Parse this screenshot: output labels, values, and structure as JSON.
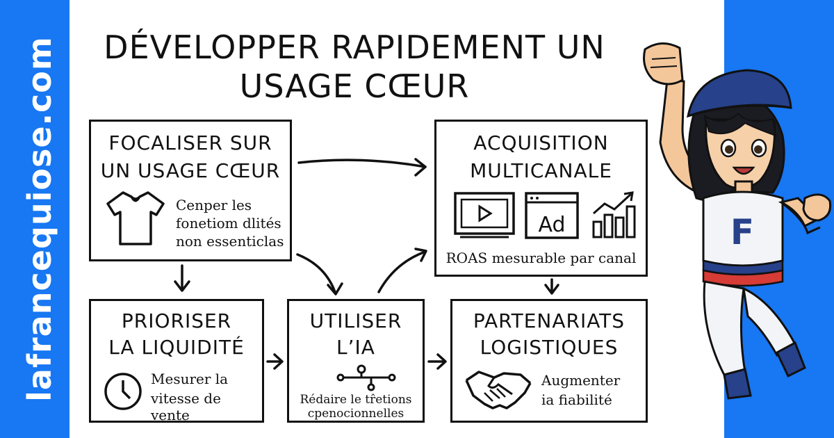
{
  "brand": {
    "site": "lafrancequiose.com"
  },
  "title": {
    "line1": "DÉVELOPPER RAPIDEMENT UN",
    "line2": "USAGE CŒUR"
  },
  "boxes": {
    "focaliser": {
      "line1": "FOCALISER SUR",
      "line2": "UN USAGE CŒUR",
      "text1": "Cenper les",
      "text2": "fonetiom dlités",
      "text3": "non essenticlas"
    },
    "acquisition": {
      "line1": "ACQUISITION",
      "line2": "MULTICANALE",
      "text1": "ROAS mesurable par canal",
      "ad_label": "Ad"
    },
    "prioriser": {
      "line1": "PRIORISER",
      "line2": "LA LIQUIDITÉ",
      "text1": "Mesurer la",
      "text2": "vitesse de vente"
    },
    "utiliser": {
      "line1": "UTILISER",
      "line2": "L’IA",
      "text1": "Rédaire le tr̂etions",
      "text2": "cpenocionnelles"
    },
    "partenariats": {
      "line1": "PARTENARIATS",
      "line2": "LOGISTIQUES",
      "text1": "Augmenter",
      "text2": "ia fiabilité"
    }
  },
  "hero": {
    "badge_letter": "F"
  },
  "colors": {
    "brand_blue": "#1877f2",
    "navy": "#27418a",
    "red": "#d63b36"
  }
}
